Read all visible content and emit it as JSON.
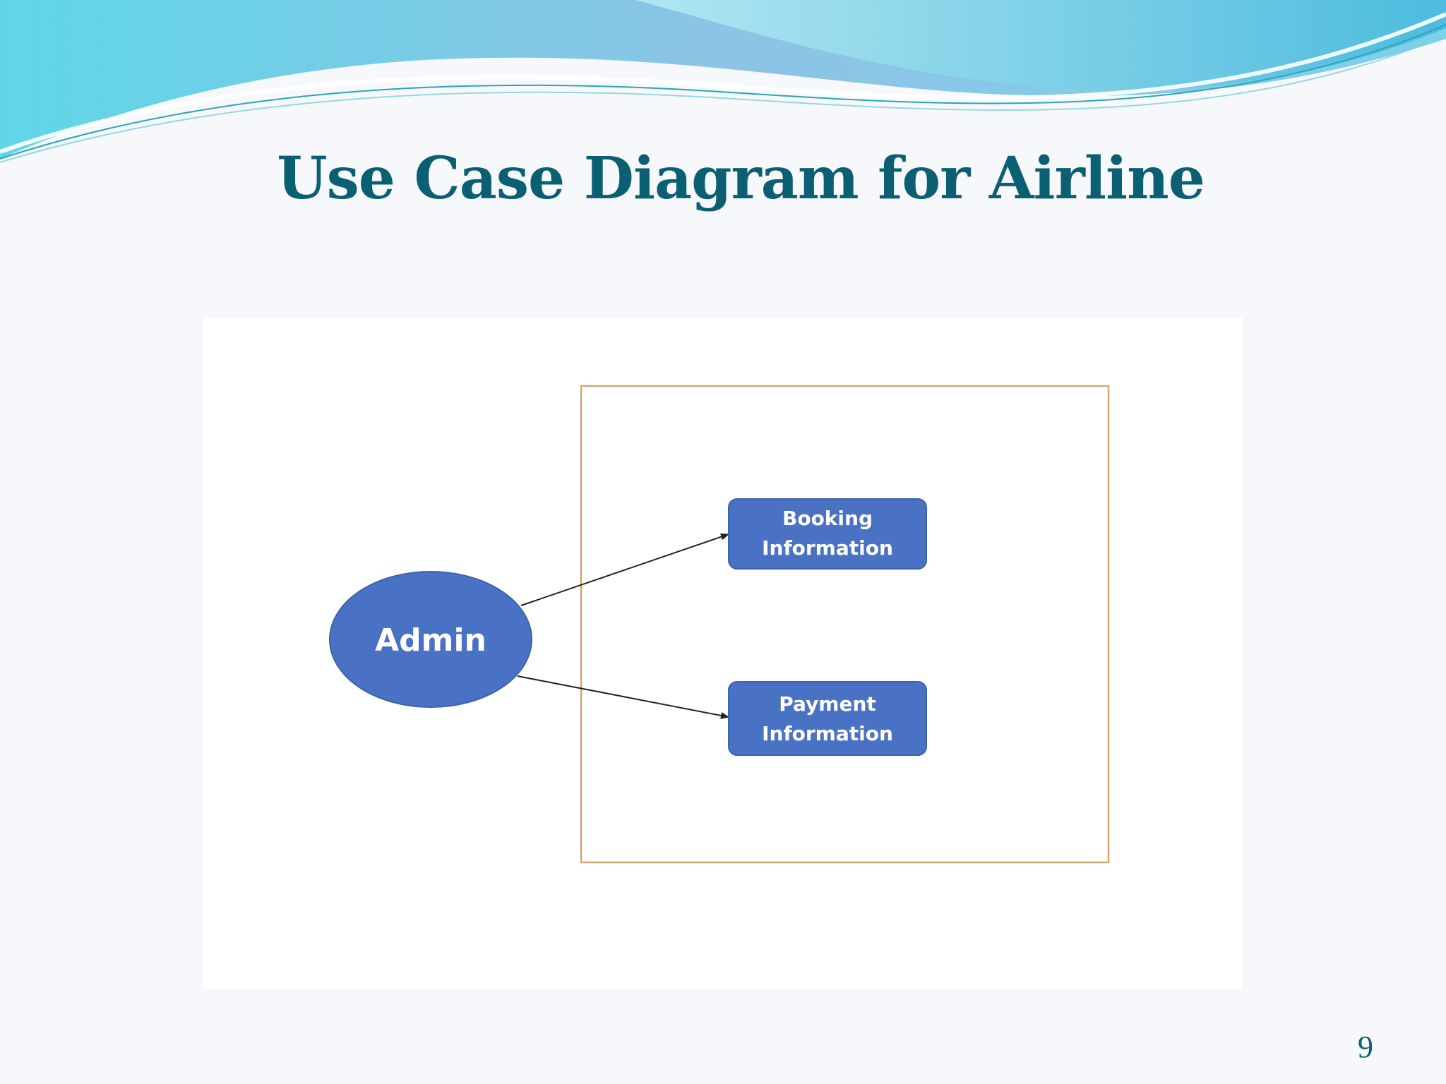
{
  "slide": {
    "title": "Use Case Diagram for Airline",
    "page_number": "9"
  },
  "diagram": {
    "actor": "Admin",
    "use_cases": [
      {
        "line1": "Booking",
        "line2": "Information"
      },
      {
        "line1": "Payment",
        "line2": "Information"
      }
    ],
    "colors": {
      "shape_fill": "#4a72c4",
      "boundary": "#d2a677",
      "arrow": "#222222",
      "title": "#0b5f73"
    }
  }
}
